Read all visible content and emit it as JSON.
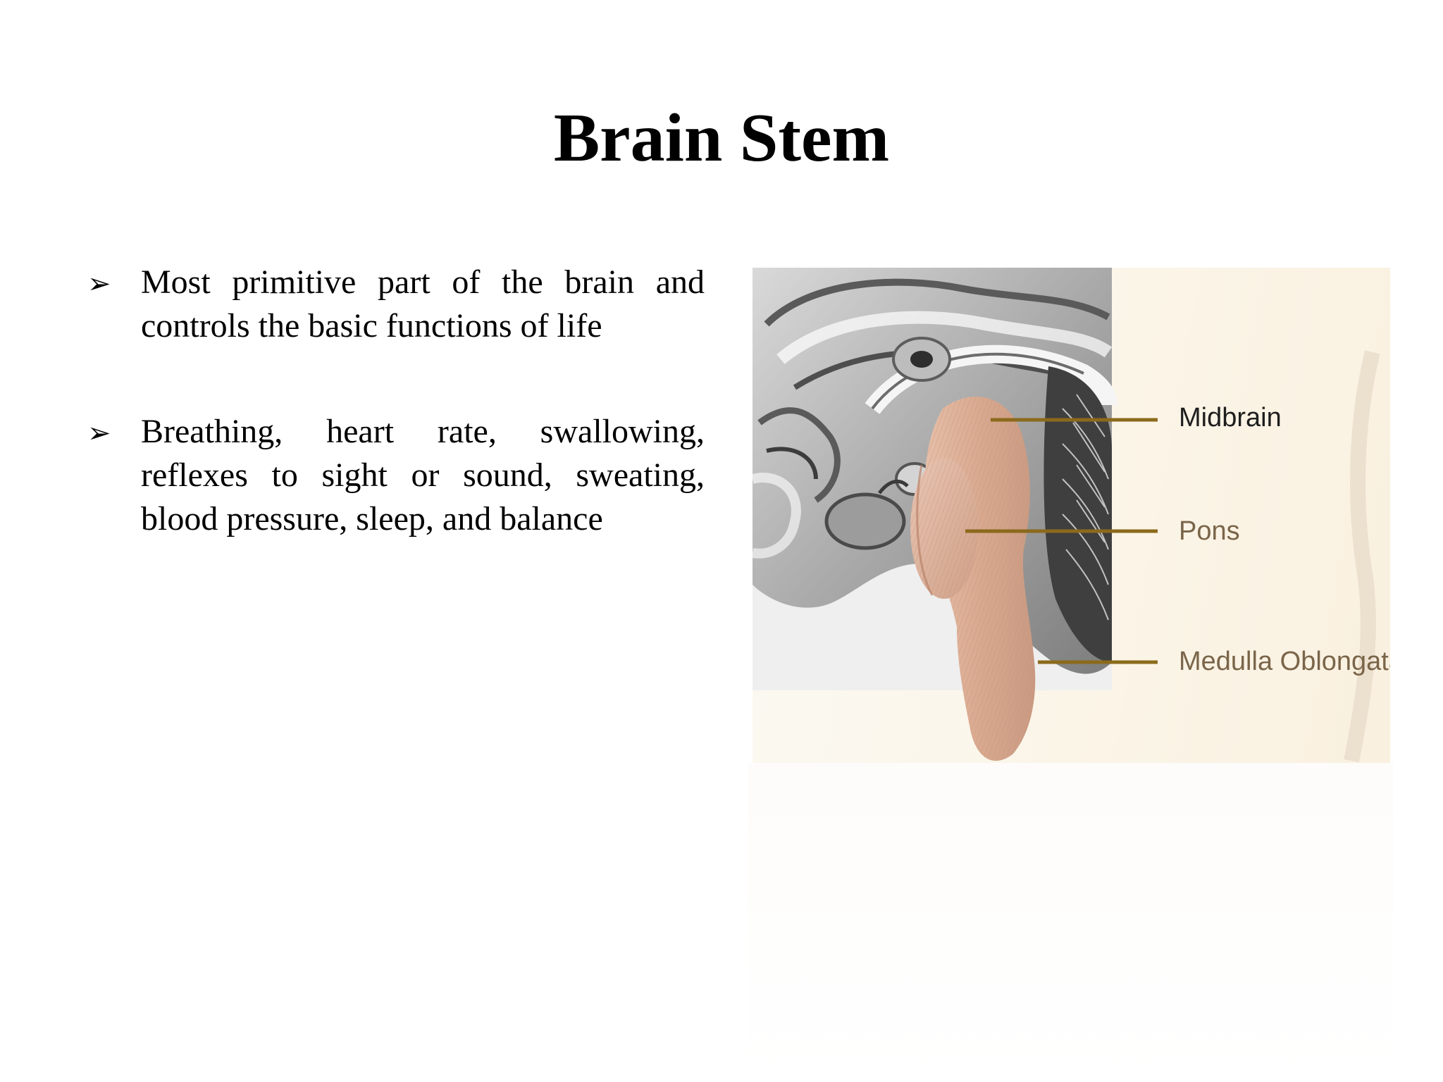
{
  "slide": {
    "title": "Brain Stem",
    "bullets": [
      {
        "marker": "➢",
        "text": "Most primitive part of the brain and controls the basic functions of life"
      },
      {
        "marker": "➢",
        "text": " Breathing, heart rate, swallowing, reflexes to sight or sound, sweating, blood pressure, sleep, and balance"
      }
    ]
  },
  "figure": {
    "labels": {
      "midbrain": "Midbrain",
      "pons": "Pons",
      "medulla": "Medulla Oblongata"
    },
    "colors": {
      "brainstem": "#dcae98",
      "leader_line": "#8b6a1c",
      "background": "#fbf6ea"
    }
  }
}
